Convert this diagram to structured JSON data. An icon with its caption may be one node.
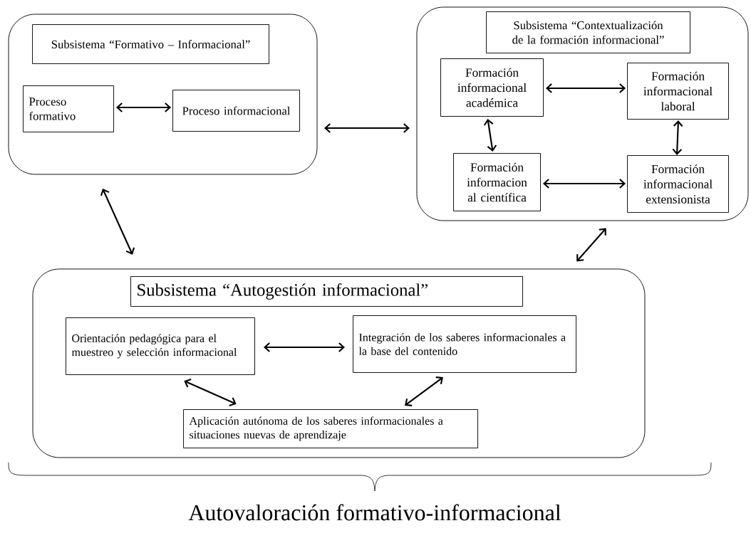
{
  "diagram": {
    "caption": "Autovaloración formativo-informacional",
    "nodes": [
      {
        "text": [],
        "shape": "box"
      },
      {
        "text": [
          "Subsistema “Formativo – Informacional”"
        ],
        "in": 0
      },
      {
        "text": [
          "Proceso formativo"
        ],
        "in": 0
      },
      {
        "text": [
          "Proceso informacional"
        ],
        "in": 0
      },
      {
        "text": [],
        "shape": "box"
      },
      {
        "text": [
          "Subsistema “Contextualización de la formación informacional”"
        ],
        "in": 4
      },
      {
        "text": [
          "Formación informacional académica"
        ],
        "in": 4
      },
      {
        "text": [
          "Formación informacional laboral"
        ],
        "in": 4
      },
      {
        "text": [
          "Formación informacion al científica"
        ],
        "in": 4
      },
      {
        "text": [
          "Formación informacional extensionista"
        ],
        "in": 4
      },
      {
        "text": [],
        "shape": "box"
      },
      {
        "text": [
          "Subsistema “Autogestión informacional”"
        ],
        "in": 10
      },
      {
        "text": [
          "Orientación pedagógica para el muestreo y selección informacional"
        ],
        "in": 10
      },
      {
        "text": [
          "Integración de los saberes informacionales a la base del contenido"
        ],
        "in": 10
      },
      {
        "text": [
          "Aplicación autónoma de los saberes informacionales a situaciones nuevas de aprendizaje"
        ],
        "in": 10
      }
    ],
    "edges": [
      {
        "from": 2,
        "to": 3,
        "arrow": "both"
      },
      {
        "from": 0,
        "to": 4,
        "arrow": "both"
      },
      {
        "from": 6,
        "to": 7,
        "arrow": "both"
      },
      {
        "from": 6,
        "to": 8,
        "arrow": "both"
      },
      {
        "from": 7,
        "to": 9,
        "arrow": "both"
      },
      {
        "from": 8,
        "to": 9,
        "arrow": "both"
      },
      {
        "from": 0,
        "to": 10,
        "arrow": "both"
      },
      {
        "from": 4,
        "to": 10,
        "arrow": "both"
      },
      {
        "from": 12,
        "to": 13,
        "arrow": "both"
      },
      {
        "from": 12,
        "to": 14,
        "arrow": "both"
      },
      {
        "from": 13,
        "to": 14,
        "arrow": "both"
      }
    ]
  }
}
